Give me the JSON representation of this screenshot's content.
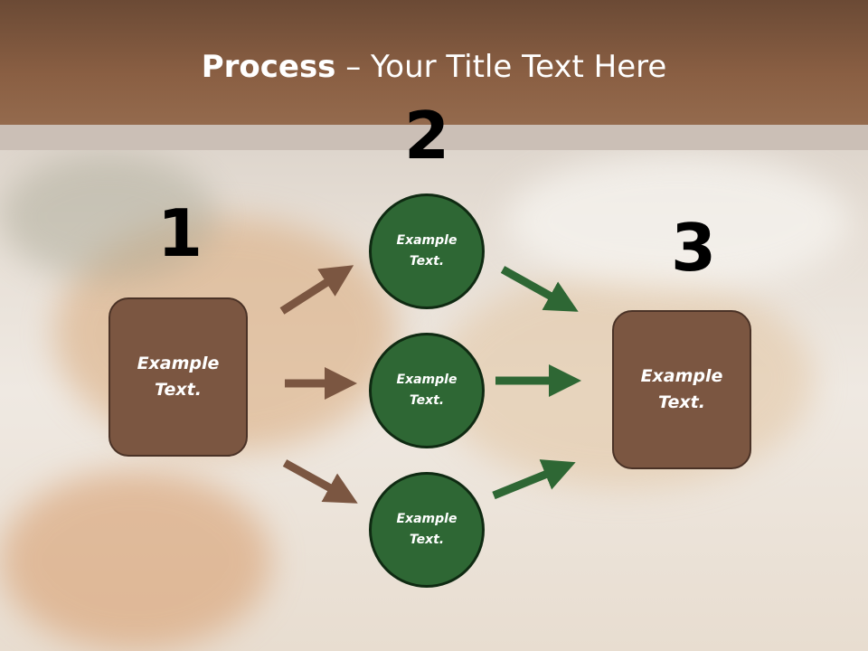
{
  "title": {
    "bold": "Process",
    "rest": " – Your Title Text Here"
  },
  "steps": {
    "one": "1",
    "two": "2",
    "three": "3"
  },
  "boxes": {
    "left": [
      "Example",
      "Text."
    ],
    "right": [
      "Example",
      "Text."
    ]
  },
  "circles": [
    [
      "Example",
      "Text."
    ],
    [
      "Example",
      "Text."
    ],
    [
      "Example",
      "Text."
    ]
  ],
  "colors": {
    "brown": "#7b5641",
    "green": "#2e6734",
    "arrow_brown": "#7b5641",
    "arrow_green": "#2e6734"
  }
}
